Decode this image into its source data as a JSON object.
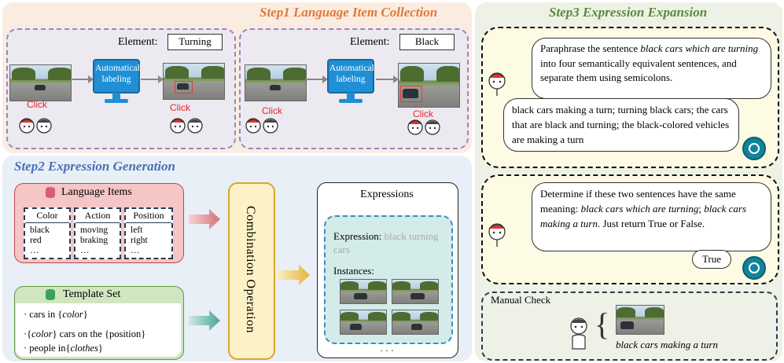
{
  "step1": {
    "title": "Step1 Language Item Collection",
    "left": {
      "element_label": "Element:",
      "element_value": "Turning",
      "monitor_label": "Automatical labeling",
      "click": "Click",
      "click2": "Click"
    },
    "right": {
      "element_label": "Element:",
      "element_value": "Black",
      "monitor_label": "Automatical labeling",
      "click": "Click",
      "click2": "Click"
    }
  },
  "step2": {
    "title": "Step2 Expression Generation",
    "language_items": {
      "title": "Language Items",
      "columns": [
        {
          "header": "Color",
          "items": [
            "black",
            "red",
            "…"
          ]
        },
        {
          "header": "Action",
          "items": [
            "moving",
            "braking",
            "…"
          ]
        },
        {
          "header": "Position",
          "items": [
            "left",
            "right",
            "…"
          ]
        }
      ]
    },
    "template_set": {
      "title": "Template Set",
      "templates": [
        {
          "prefix": "· cars in {",
          "var": "color",
          "suffix": "}"
        },
        {
          "prefix": "·{",
          "var": "color",
          "suffix": "} cars on the {position}"
        },
        {
          "prefix": "· people in{",
          "var": "clothes",
          "suffix": "}"
        }
      ]
    },
    "combination": "Combination Operation",
    "expressions": {
      "title": "Expressions",
      "expression_label": "Expression:",
      "expression_value": "black turning cars",
      "instances_label": "Instances:",
      "ellipsis": "· · ·"
    }
  },
  "step3": {
    "title": "Step3 Expression Expansion",
    "q1": {
      "p1": "Paraphrase the sentence ",
      "it1": "black cars which are turning",
      "p2": " into four semantically equivalent sentences, and separate them using semicolons."
    },
    "a1": "black cars making a turn; turning black cars; the cars that are black and turning; the black-colored vehicles are making a turn",
    "q2": {
      "p1": "Determine if these two sentences have the same meaning: ",
      "it1": "black cars which are turning",
      "p2": "; ",
      "it2": "black cars making a turn",
      "p3": ". Just return True or False."
    },
    "a2": "True",
    "manual": {
      "title": "Manual Check",
      "caption": "black cars making a turn"
    }
  },
  "colors": {
    "step1_bg": "#fbece2",
    "step2_bg": "#e8eff6",
    "step3_bg": "#eef2e6",
    "step1_title": "#e07a35",
    "step2_title": "#4a72b4",
    "step3_title": "#5a8a3a",
    "lang_items_bg": "#f6c5c5",
    "template_bg": "#cfe6c0",
    "combination_bg": "#fdf2c6",
    "yellow_bubble": "#fdfbe4"
  }
}
